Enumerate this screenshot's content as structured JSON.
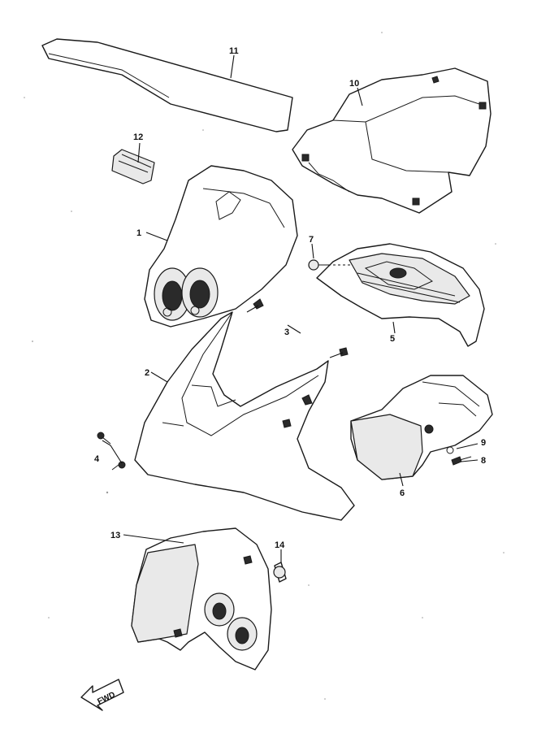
{
  "diagram": {
    "callouts": {
      "p1": "1",
      "p2": "2",
      "p3": "3",
      "p4": "4",
      "p5": "5",
      "p6": "6",
      "p7": "7",
      "p8": "8",
      "p9": "9",
      "p10": "10",
      "p11": "11",
      "p12": "12",
      "p13": "13",
      "p14": "14"
    },
    "direction_arrow": {
      "label": "FWD",
      "icon": "fwd-arrow-icon"
    }
  }
}
